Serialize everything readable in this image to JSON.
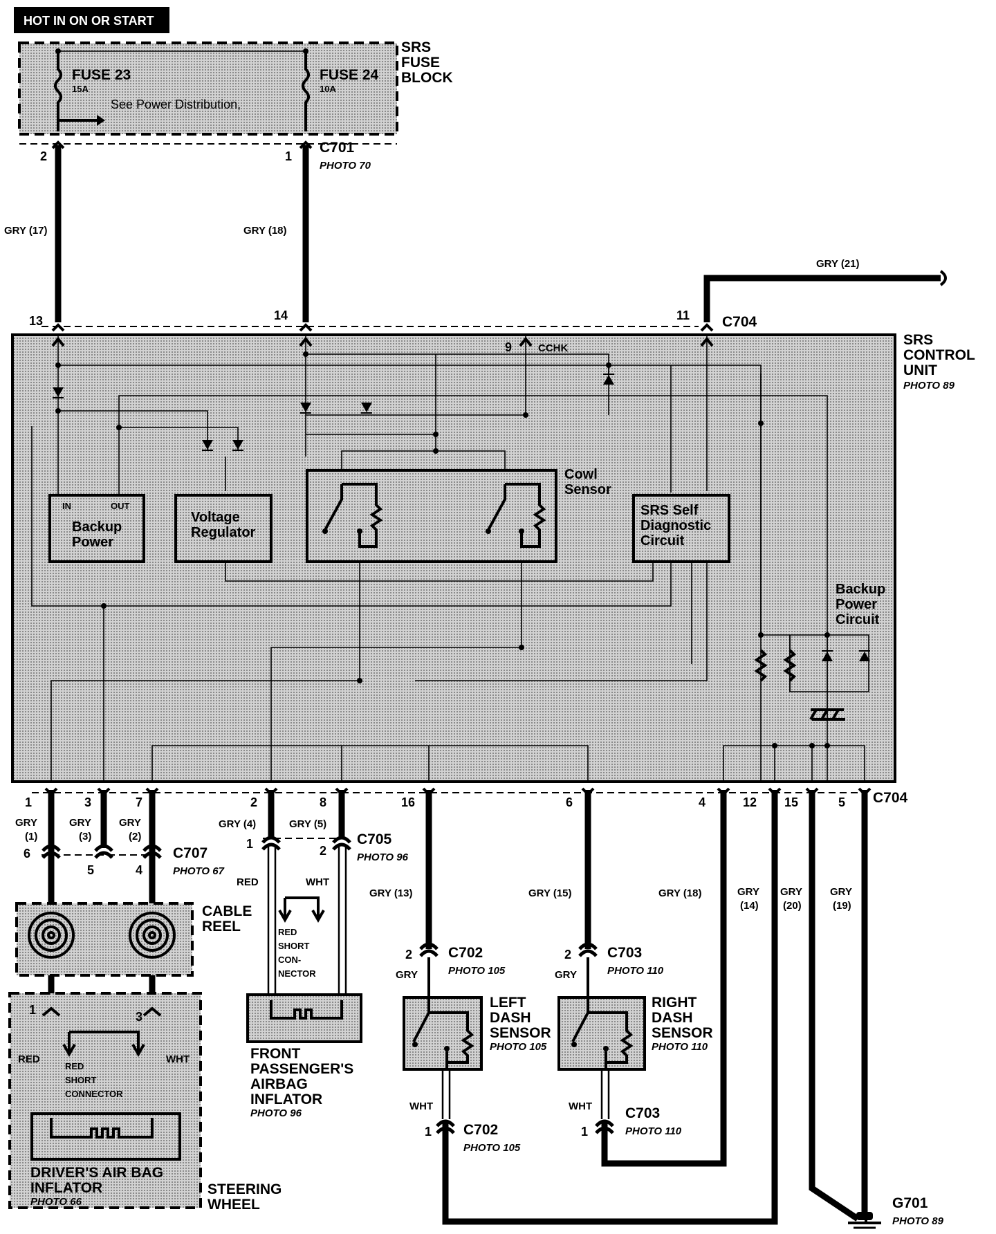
{
  "header": {
    "text": "HOT IN ON OR START"
  },
  "fuse_block": {
    "title_lines": [
      "SRS",
      "FUSE",
      "BLOCK"
    ],
    "fuse_a": {
      "name": "FUSE 23",
      "rating": "15A"
    },
    "fuse_b": {
      "name": "FUSE 24",
      "rating": "10A"
    },
    "note": "See Power Distribution,"
  },
  "connectors": {
    "c701": {
      "name": "C701",
      "photo": "PHOTO 70",
      "pins": [
        "2",
        "1"
      ]
    },
    "c704": {
      "name": "C704",
      "top_pins": [
        "13",
        "14",
        "11"
      ],
      "bottom_pins": [
        "1",
        "3",
        "7",
        "2",
        "8",
        "16",
        "6",
        "4",
        "12",
        "15",
        "5"
      ]
    },
    "c707": {
      "name": "C707",
      "photo": "PHOTO 67",
      "pins": [
        "6",
        "5",
        "4"
      ]
    },
    "c705": {
      "name": "C705",
      "photo": "PHOTO 96",
      "pins": [
        "1",
        "2"
      ]
    },
    "c702_top": {
      "name": "C702",
      "photo": "PHOTO 105",
      "pin": "2"
    },
    "c703_top": {
      "name": "C703",
      "photo": "PHOTO 110",
      "pin": "2"
    },
    "c702_bot": {
      "name": "C702",
      "photo": "PHOTO 105",
      "pin": "1"
    },
    "c703_bot": {
      "name": "C703",
      "photo": "PHOTO 110",
      "pin": "1"
    },
    "airbag_pins": [
      "1",
      "3"
    ]
  },
  "wires": {
    "w17": "GRY (17)",
    "w18a": "GRY (18)",
    "w21": "GRY (21)",
    "cchk_pin": "9",
    "cchk": "CCHK",
    "w1": [
      "GRY",
      "(1)"
    ],
    "w3": [
      "GRY",
      "(3)"
    ],
    "w2": [
      "GRY",
      "(2)"
    ],
    "w4": "GRY (4)",
    "w5": "GRY (5)",
    "red": "RED",
    "wht": "WHT",
    "w13": "GRY (13)",
    "w15": "GRY (15)",
    "w18b": "GRY (18)",
    "w14": [
      "GRY",
      "(14)"
    ],
    "w20": [
      "GRY",
      "(20)"
    ],
    "w19": [
      "GRY",
      "(19)"
    ],
    "gry": "GRY"
  },
  "control_unit": {
    "title_lines": [
      "SRS",
      "CONTROL",
      "UNIT"
    ],
    "photo": "PHOTO 89",
    "backup_power": {
      "in": "IN",
      "out": "OUT",
      "lines": [
        "Backup",
        "Power"
      ]
    },
    "voltage_regulator": [
      "Voltage",
      "Regulator"
    ],
    "cowl_sensor": [
      "Cowl",
      "Sensor"
    ],
    "self_diag": [
      "SRS Self",
      "Diagnostic",
      "Circuit"
    ],
    "backup_circuit": [
      "Backup",
      "Power",
      "Circuit"
    ]
  },
  "cable_reel": [
    "CABLE",
    "REEL"
  ],
  "steering_wheel": [
    "STEERING",
    "WHEEL"
  ],
  "red_short_driver": [
    "RED",
    "SHORT",
    "CONNECTOR"
  ],
  "red_short_pass": [
    "RED",
    "SHORT",
    "CON-",
    "NECTOR"
  ],
  "driver_inflator": {
    "lines": [
      "DRIVER'S AIR BAG",
      "INFLATOR"
    ],
    "photo": "PHOTO 66"
  },
  "passenger_inflator": {
    "lines": [
      "FRONT",
      "PASSENGER'S",
      "AIRBAG",
      "INFLATOR"
    ],
    "photo": "PHOTO 96"
  },
  "left_sensor": {
    "lines": [
      "LEFT",
      "DASH",
      "SENSOR"
    ],
    "photo": "PHOTO 105"
  },
  "right_sensor": {
    "lines": [
      "RIGHT",
      "DASH",
      "SENSOR"
    ],
    "photo": "PHOTO 110"
  },
  "ground": {
    "name": "G701",
    "photo": "PHOTO 89"
  }
}
